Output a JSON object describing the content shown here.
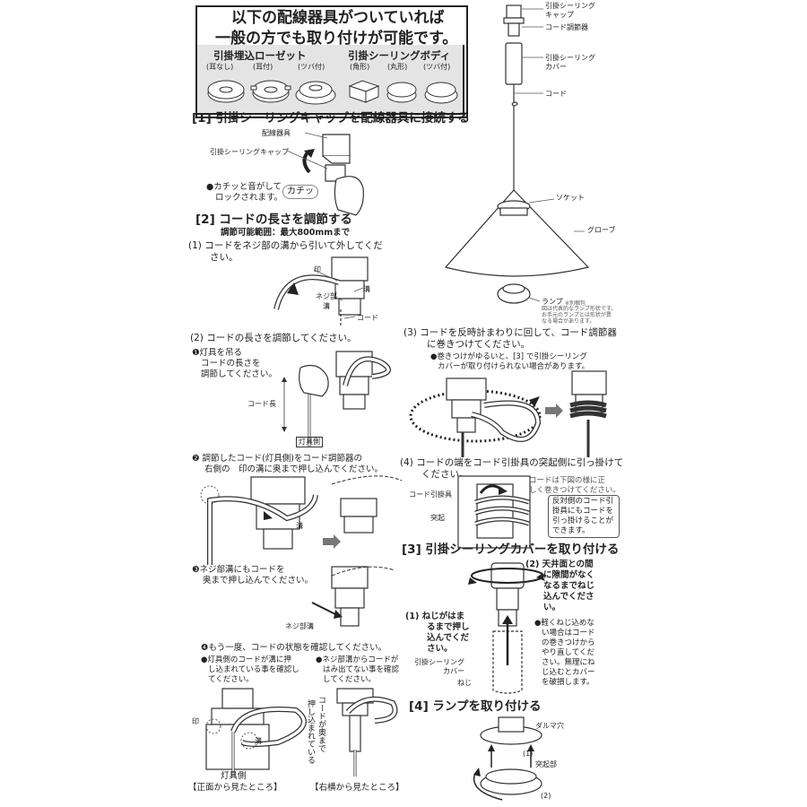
{
  "banner": {
    "line1": "以下の配線器具がついていれば",
    "line2": "一般の方でも取り付けが可能です。",
    "rosette": {
      "title": "引掛埋込ローゼット",
      "types": [
        "(耳なし)",
        "(耳付)",
        "(ツバ付)"
      ]
    },
    "ceiling_body": {
      "title": "引掛シーリングボディ",
      "types": [
        "(角形)",
        "(丸形)",
        "(ツバ付)"
      ]
    }
  },
  "fixture": {
    "parts": [
      "引掛シーリング",
      "キャップ",
      "コード調節器",
      "引掛シーリング",
      "カバー",
      "コード",
      "ソケット",
      "グローブ",
      "ランプ"
    ],
    "lamp_note": "※別梱包",
    "lamp_desc": [
      "図は代表的なランプ形状です。",
      "お手元のランプとは形状が異",
      "なる場合があります。"
    ]
  },
  "step1": {
    "heading": "[1] 引掛シーリングキャップを配線器具に接続する",
    "labels": [
      "配線器具",
      "引掛シーリングキャップ"
    ],
    "note": [
      "●カチッと音がして",
      "ロックされます。"
    ],
    "sound": "カチッ"
  },
  "step2": {
    "heading": "[2] コードの長さを調節する",
    "range": "調節可能範囲：最大800mmまで",
    "sub1": [
      "(1) コードをネジ部の溝から引いて外してくだ",
      "さい。"
    ],
    "sub1_labels": [
      "印",
      "溝",
      "ネジ部",
      "溝",
      "コード"
    ],
    "sub2": "(2) コードの長さを調節してください。",
    "item1": [
      "❶灯具を吊る",
      "コードの長さを",
      "調節してください。"
    ],
    "item1_labels": [
      "コード長",
      "灯具側"
    ],
    "item2": [
      "❷ 調節したコード(灯具側)をコード調節器の",
      "右側の",
      "印の溝に奥まで押し込んでください。"
    ],
    "item2_labels": [
      "溝"
    ],
    "item3": [
      "❸ネジ部溝にもコードを",
      "奥まで押し込んでください。"
    ],
    "item3_labels": [
      "ネジ部溝"
    ],
    "item4": "❹もう一度、コードの状態を確認してください。",
    "item4_left": [
      "●灯具側のコードが溝に押",
      "し込まれている事を確認し",
      "てください。"
    ],
    "item4_right": [
      "●ネジ部溝からコードが",
      "はみ出てない事を確認",
      "してください。"
    ],
    "item4_labels": [
      "印",
      "溝",
      "灯具側",
      "【正面から見たところ】",
      "【右横から見たところ】"
    ],
    "vertical_text": [
      "コードが奥まで",
      "押し込まれている"
    ]
  },
  "step3": {
    "text": [
      "(3) コードを反時計まわりに回して、コード調節器",
      "に巻きつけてください。"
    ],
    "note": [
      "●巻きつけがゆるいと、[3] で引掛シーリング",
      "カバーが取り付けられない場合があります。"
    ]
  },
  "step4": {
    "text": [
      "(4) コードの端をコード引掛具の突起側に引っ掛けて",
      "ください。"
    ],
    "note_top": [
      "コードは下図の様に正",
      "しく巻きつけてください。"
    ],
    "labels": [
      "コード引掛具",
      "突起"
    ],
    "note_box": [
      "反対側のコード引",
      "掛具にもコードを",
      "引っ掛けることが",
      "できます。"
    ]
  },
  "cover": {
    "heading": "[3] 引掛シーリングカバーを取り付ける",
    "sub2": [
      "(2) 天井面との間",
      "に隙間がなく",
      "なるまでねじ",
      "込んでくださ",
      "い。"
    ],
    "sub1": [
      "(1) ねじがはま",
      "るまで押し",
      "込んでくだ",
      "さい。"
    ],
    "labels": [
      "引掛シーリング",
      "カバー",
      "ねじ"
    ],
    "note": [
      "●軽くねじ込めな",
      "い場合はコード",
      "の巻きつけから",
      "やり直してくだ",
      "さい。無理にね",
      "じ込むとカバー",
      "を破損します。"
    ]
  },
  "lamp": {
    "heading": "[4] ランプを取り付ける",
    "labels": [
      "ダルマ穴",
      "突起部",
      "(1)",
      "(2)"
    ]
  }
}
